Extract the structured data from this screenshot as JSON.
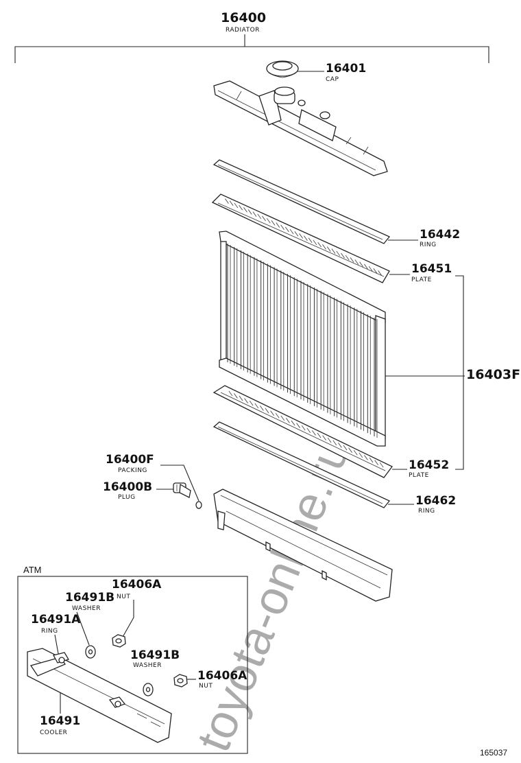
{
  "watermark": "toyota-online.ru",
  "figure_number": "165037",
  "assembly": {
    "number": "16400",
    "name": "RADIATOR"
  },
  "parts": [
    {
      "id": "cap",
      "number": "16401",
      "name": "CAP"
    },
    {
      "id": "ring-upper",
      "number": "16442",
      "name": "RING"
    },
    {
      "id": "plate-upper",
      "number": "16451",
      "name": "PLATE"
    },
    {
      "id": "core",
      "number": "16403F",
      "name": ""
    },
    {
      "id": "plate-lower",
      "number": "16452",
      "name": "PLATE"
    },
    {
      "id": "ring-lower",
      "number": "16462",
      "name": "RING"
    },
    {
      "id": "packing",
      "number": "16400F",
      "name": "PACKING"
    },
    {
      "id": "plug",
      "number": "16400B",
      "name": "PLUG"
    }
  ],
  "atm_box": {
    "title": "ATM",
    "parts": [
      {
        "id": "nut-top",
        "number": "16406A",
        "name": "NUT"
      },
      {
        "id": "washer-top",
        "number": "16491B",
        "name": "WASHER"
      },
      {
        "id": "ring",
        "number": "16491A",
        "name": "RING"
      },
      {
        "id": "washer-mid",
        "number": "16491B",
        "name": "WASHER"
      },
      {
        "id": "nut-mid",
        "number": "16406A",
        "name": "NUT"
      },
      {
        "id": "cooler",
        "number": "16491",
        "name": "COOLER"
      }
    ]
  }
}
